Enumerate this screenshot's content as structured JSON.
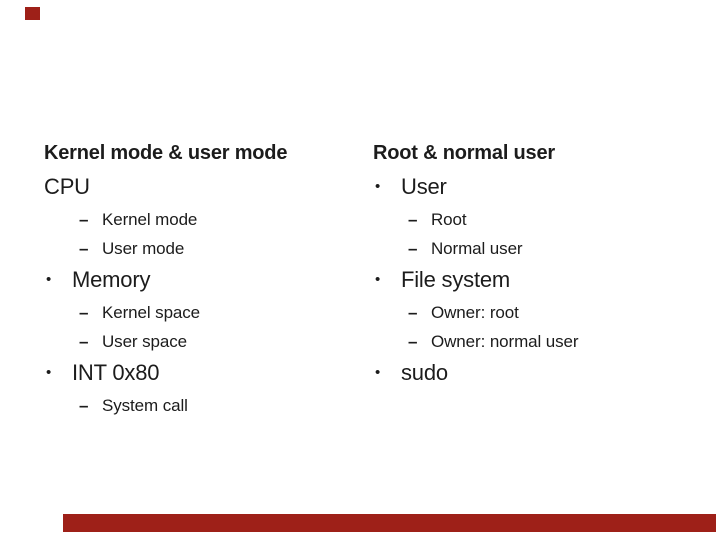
{
  "slide": {
    "background_color": "#ffffff",
    "accent_color": "#9e2018",
    "text_color": "#1c1c1c"
  },
  "glyphs": {
    "bullet": "•",
    "dash": "–"
  },
  "columns": {
    "left": {
      "heading": "Kernel mode & user mode",
      "items": [
        {
          "text": "CPU",
          "level": 1,
          "bullet": false
        },
        {
          "text": "Kernel mode",
          "level": 2
        },
        {
          "text": "User mode",
          "level": 2
        },
        {
          "text": "Memory",
          "level": 1,
          "bullet": true
        },
        {
          "text": "Kernel space",
          "level": 2
        },
        {
          "text": "User space",
          "level": 2
        },
        {
          "text": "INT 0x80",
          "level": 1,
          "bullet": true
        },
        {
          "text": "System call",
          "level": 2
        }
      ]
    },
    "right": {
      "heading": "Root & normal user",
      "items": [
        {
          "text": "User",
          "level": 1,
          "bullet": true
        },
        {
          "text": "Root",
          "level": 2
        },
        {
          "text": "Normal user",
          "level": 2
        },
        {
          "text": "File system",
          "level": 1,
          "bullet": true
        },
        {
          "text": "Owner: root",
          "level": 2
        },
        {
          "text": "Owner: normal user",
          "level": 2
        },
        {
          "text": "sudo",
          "level": 1,
          "bullet": true
        }
      ]
    }
  }
}
